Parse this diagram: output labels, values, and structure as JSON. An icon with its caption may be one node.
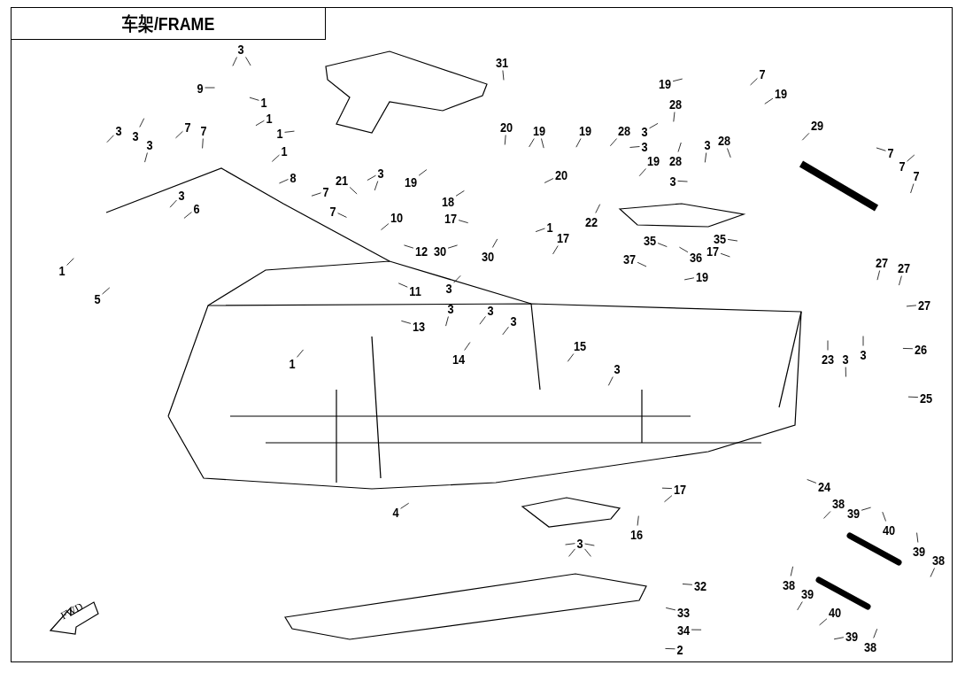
{
  "diagram": {
    "title": "车架/FRAME",
    "nodes": [
      {
        "text": [
          "3"
        ]
      },
      {
        "text": [
          "9"
        ]
      },
      {
        "text": [
          "1"
        ]
      },
      {
        "text": [
          "1"
        ]
      },
      {
        "text": [
          "1"
        ]
      },
      {
        "text": [
          "1"
        ]
      },
      {
        "text": [
          "3"
        ]
      },
      {
        "text": [
          "3"
        ]
      },
      {
        "text": [
          "3"
        ]
      },
      {
        "text": [
          "7"
        ]
      },
      {
        "text": [
          "7"
        ]
      },
      {
        "text": [
          "8"
        ]
      },
      {
        "text": [
          "3"
        ]
      },
      {
        "text": [
          "6"
        ]
      },
      {
        "text": [
          "7"
        ]
      },
      {
        "text": [
          "7"
        ]
      },
      {
        "text": [
          "21"
        ]
      },
      {
        "text": [
          "3"
        ]
      },
      {
        "text": [
          "10"
        ]
      },
      {
        "text": [
          "19"
        ]
      },
      {
        "text": [
          "18"
        ]
      },
      {
        "text": [
          "17"
        ]
      },
      {
        "text": [
          "12"
        ]
      },
      {
        "text": [
          "30"
        ]
      },
      {
        "text": [
          "30"
        ]
      },
      {
        "text": [
          "31"
        ]
      },
      {
        "text": [
          "20"
        ]
      },
      {
        "text": [
          "19"
        ]
      },
      {
        "text": [
          "20"
        ]
      },
      {
        "text": [
          "1"
        ]
      },
      {
        "text": [
          "17"
        ]
      },
      {
        "text": [
          "22"
        ]
      },
      {
        "text": [
          "19"
        ]
      },
      {
        "text": [
          "28"
        ]
      },
      {
        "text": [
          "3"
        ]
      },
      {
        "text": [
          "3"
        ]
      },
      {
        "text": [
          "28"
        ]
      },
      {
        "text": [
          "19"
        ]
      },
      {
        "text": [
          "28"
        ]
      },
      {
        "text": [
          "3"
        ]
      },
      {
        "text": [
          "3"
        ]
      },
      {
        "text": [
          "28"
        ]
      },
      {
        "text": [
          "19"
        ]
      },
      {
        "text": [
          "7"
        ]
      },
      {
        "text": [
          "19"
        ]
      },
      {
        "text": [
          "29"
        ]
      },
      {
        "text": [
          "7"
        ]
      },
      {
        "text": [
          "7"
        ]
      },
      {
        "text": [
          "7"
        ]
      },
      {
        "text": [
          "35"
        ]
      },
      {
        "text": [
          "35"
        ]
      },
      {
        "text": [
          "36"
        ]
      },
      {
        "text": [
          "17"
        ]
      },
      {
        "text": [
          "37"
        ]
      },
      {
        "text": [
          "19"
        ]
      },
      {
        "text": [
          "27"
        ]
      },
      {
        "text": [
          "27"
        ]
      },
      {
        "text": [
          "27"
        ]
      },
      {
        "text": [
          "23"
        ]
      },
      {
        "text": [
          "3"
        ]
      },
      {
        "text": [
          "3"
        ]
      },
      {
        "text": [
          "26"
        ]
      },
      {
        "text": [
          "25"
        ]
      },
      {
        "text": [
          "24"
        ]
      },
      {
        "text": [
          "17"
        ]
      },
      {
        "text": [
          "16"
        ]
      },
      {
        "text": [
          "3"
        ]
      },
      {
        "text": [
          "32"
        ]
      },
      {
        "text": [
          "33"
        ]
      },
      {
        "text": [
          "34"
        ]
      },
      {
        "text": [
          "2"
        ]
      },
      {
        "text": [
          "38"
        ]
      },
      {
        "text": [
          "39"
        ]
      },
      {
        "text": [
          "40"
        ]
      },
      {
        "text": [
          "39"
        ]
      },
      {
        "text": [
          "38"
        ]
      },
      {
        "text": [
          "38"
        ]
      },
      {
        "text": [
          "39"
        ]
      },
      {
        "text": [
          "40"
        ]
      },
      {
        "text": [
          "39"
        ]
      },
      {
        "text": [
          "38"
        ]
      },
      {
        "text": [
          "4"
        ]
      },
      {
        "text": [
          "1"
        ]
      },
      {
        "text": [
          "5"
        ]
      },
      {
        "text": [
          "11"
        ]
      },
      {
        "text": [
          "13"
        ]
      },
      {
        "text": [
          "1"
        ]
      },
      {
        "text": [
          "3"
        ]
      },
      {
        "text": [
          "3"
        ]
      },
      {
        "text": [
          "3"
        ]
      },
      {
        "text": [
          "3"
        ]
      },
      {
        "text": [
          "14"
        ]
      },
      {
        "text": [
          "15"
        ]
      },
      {
        "text": [
          "3"
        ]
      }
    ],
    "edges": [
      {
        "from": 0,
        "to": null,
        "arrow": "none"
      },
      {
        "from": 0,
        "to": null,
        "arrow": "none"
      },
      {
        "from": 1,
        "to": null,
        "arrow": "none"
      },
      {
        "from": 2,
        "to": null,
        "arrow": "none"
      },
      {
        "from": 3,
        "to": null,
        "arrow": "none"
      },
      {
        "from": 4,
        "to": null,
        "arrow": "none"
      },
      {
        "from": 5,
        "to": null,
        "arrow": "none"
      },
      {
        "from": 6,
        "to": null,
        "arrow": "none"
      },
      {
        "from": 7,
        "to": null,
        "arrow": "none"
      },
      {
        "from": 8,
        "to": null,
        "arrow": "none"
      },
      {
        "from": 9,
        "to": null,
        "arrow": "none"
      },
      {
        "from": 10,
        "to": null,
        "arrow": "none"
      },
      {
        "from": 11,
        "to": null,
        "arrow": "none"
      },
      {
        "from": 12,
        "to": null,
        "arrow": "none"
      },
      {
        "from": 13,
        "to": null,
        "arrow": "none"
      },
      {
        "from": 14,
        "to": null,
        "arrow": "none"
      },
      {
        "from": 15,
        "to": null,
        "arrow": "none"
      },
      {
        "from": 16,
        "to": null,
        "arrow": "none"
      },
      {
        "from": 17,
        "to": null,
        "arrow": "none"
      },
      {
        "from": 17,
        "to": null,
        "arrow": "none"
      },
      {
        "from": 18,
        "to": null,
        "arrow": "none"
      },
      {
        "from": 19,
        "to": null,
        "arrow": "none"
      },
      {
        "from": 20,
        "to": null,
        "arrow": "none"
      },
      {
        "from": 21,
        "to": null,
        "arrow": "none"
      },
      {
        "from": 22,
        "to": null,
        "arrow": "none"
      },
      {
        "from": 23,
        "to": null,
        "arrow": "none"
      },
      {
        "from": 24,
        "to": null,
        "arrow": "none"
      },
      {
        "from": 25,
        "to": null,
        "arrow": "none"
      },
      {
        "from": 26,
        "to": null,
        "arrow": "none"
      },
      {
        "from": 27,
        "to": null,
        "arrow": "none"
      },
      {
        "from": 27,
        "to": null,
        "arrow": "none"
      },
      {
        "from": 28,
        "to": null,
        "arrow": "none"
      },
      {
        "from": 29,
        "to": null,
        "arrow": "none"
      },
      {
        "from": 30,
        "to": null,
        "arrow": "none"
      },
      {
        "from": 31,
        "to": null,
        "arrow": "none"
      },
      {
        "from": 32,
        "to": null,
        "arrow": "none"
      },
      {
        "from": 33,
        "to": null,
        "arrow": "none"
      },
      {
        "from": 34,
        "to": null,
        "arrow": "none"
      },
      {
        "from": 35,
        "to": null,
        "arrow": "none"
      },
      {
        "from": 36,
        "to": null,
        "arrow": "none"
      },
      {
        "from": 37,
        "to": null,
        "arrow": "none"
      },
      {
        "from": 38,
        "to": null,
        "arrow": "none"
      },
      {
        "from": 39,
        "to": null,
        "arrow": "none"
      },
      {
        "from": 40,
        "to": null,
        "arrow": "none"
      },
      {
        "from": 41,
        "to": null,
        "arrow": "none"
      },
      {
        "from": 42,
        "to": null,
        "arrow": "none"
      },
      {
        "from": 43,
        "to": null,
        "arrow": "none"
      },
      {
        "from": 44,
        "to": null,
        "arrow": "none"
      },
      {
        "from": 45,
        "to": null,
        "arrow": "none"
      },
      {
        "from": 46,
        "to": null,
        "arrow": "none"
      },
      {
        "from": 47,
        "to": null,
        "arrow": "none"
      },
      {
        "from": 48,
        "to": null,
        "arrow": "none"
      },
      {
        "from": 49,
        "to": null,
        "arrow": "none"
      },
      {
        "from": 50,
        "to": null,
        "arrow": "none"
      },
      {
        "from": 51,
        "to": null,
        "arrow": "none"
      },
      {
        "from": 52,
        "to": null,
        "arrow": "none"
      },
      {
        "from": 53,
        "to": null,
        "arrow": "none"
      },
      {
        "from": 54,
        "to": null,
        "arrow": "none"
      },
      {
        "from": 55,
        "to": null,
        "arrow": "none"
      },
      {
        "from": 56,
        "to": null,
        "arrow": "none"
      },
      {
        "from": 57,
        "to": null,
        "arrow": "none"
      },
      {
        "from": 58,
        "to": null,
        "arrow": "none"
      },
      {
        "from": 59,
        "to": null,
        "arrow": "none"
      },
      {
        "from": 60,
        "to": null,
        "arrow": "none"
      },
      {
        "from": 61,
        "to": null,
        "arrow": "none"
      },
      {
        "from": 62,
        "to": null,
        "arrow": "none"
      },
      {
        "from": 63,
        "to": null,
        "arrow": "none"
      },
      {
        "from": 64,
        "to": null,
        "arrow": "none"
      },
      {
        "from": 64,
        "to": null,
        "arrow": "none"
      },
      {
        "from": 65,
        "to": null,
        "arrow": "none"
      },
      {
        "from": 66,
        "to": null,
        "arrow": "none"
      },
      {
        "from": 66,
        "to": null,
        "arrow": "none"
      },
      {
        "from": 66,
        "to": null,
        "arrow": "none"
      },
      {
        "from": 66,
        "to": null,
        "arrow": "none"
      },
      {
        "from": 67,
        "to": null,
        "arrow": "none"
      },
      {
        "from": 68,
        "to": null,
        "arrow": "none"
      },
      {
        "from": 69,
        "to": null,
        "arrow": "none"
      },
      {
        "from": 70,
        "to": null,
        "arrow": "none"
      },
      {
        "from": 71,
        "to": null,
        "arrow": "none"
      },
      {
        "from": 72,
        "to": null,
        "arrow": "none"
      },
      {
        "from": 73,
        "to": null,
        "arrow": "none"
      },
      {
        "from": 74,
        "to": null,
        "arrow": "none"
      },
      {
        "from": 75,
        "to": null,
        "arrow": "none"
      },
      {
        "from": 76,
        "to": null,
        "arrow": "none"
      },
      {
        "from": 77,
        "to": null,
        "arrow": "none"
      },
      {
        "from": 78,
        "to": null,
        "arrow": "none"
      },
      {
        "from": 79,
        "to": null,
        "arrow": "none"
      },
      {
        "from": 80,
        "to": null,
        "arrow": "none"
      },
      {
        "from": 81,
        "to": null,
        "arrow": "none"
      },
      {
        "from": 82,
        "to": null,
        "arrow": "none"
      },
      {
        "from": 83,
        "to": null,
        "arrow": "none"
      },
      {
        "from": 84,
        "to": null,
        "arrow": "none"
      },
      {
        "from": 85,
        "to": null,
        "arrow": "none"
      },
      {
        "from": 86,
        "to": null,
        "arrow": "none"
      },
      {
        "from": 87,
        "to": null,
        "arrow": "none"
      },
      {
        "from": 88,
        "to": null,
        "arrow": "none"
      },
      {
        "from": 89,
        "to": null,
        "arrow": "none"
      },
      {
        "from": 90,
        "to": null,
        "arrow": "none"
      },
      {
        "from": 91,
        "to": null,
        "arrow": "none"
      },
      {
        "from": 92,
        "to": null,
        "arrow": "none"
      },
      {
        "from": 93,
        "to": null,
        "arrow": "none"
      }
    ],
    "labels": [
      "FWD"
    ]
  }
}
